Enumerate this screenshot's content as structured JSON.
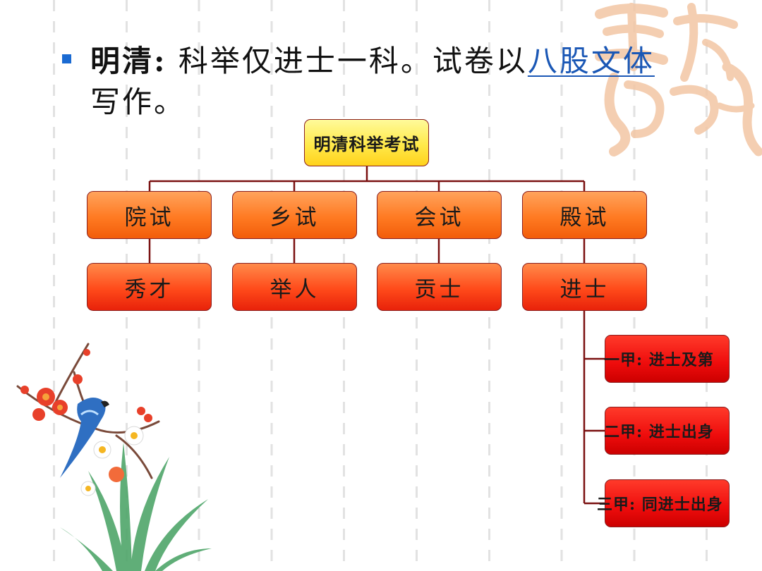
{
  "bullet": {
    "label": "明清:",
    "text_before_link": "科举仅进士一科。试卷以",
    "link_text": "八股文体",
    "text_after_link": "写作。"
  },
  "diagram": {
    "root": "明清科举考试",
    "exams": [
      "院试",
      "乡试",
      "会试",
      "殿试"
    ],
    "titles": [
      "秀才",
      "举人",
      "贡士",
      "进士"
    ],
    "jinshi_ranks": [
      "一甲: 进士及第",
      "二甲: 进士出身",
      "三甲: 同进士出身"
    ]
  },
  "colors": {
    "root_fill": "#ffe94a",
    "level1_fill": "#ff7a22",
    "level2_fill": "#ff4a1a",
    "level3_fill": "#ee0c0c",
    "connector": "#7a1010",
    "link": "#1a57b5",
    "bullet_marker": "#1a6ad2"
  },
  "icons": {
    "bullet": "square-bullet-icon",
    "watermark": "calligraphy-watermark",
    "decoration": "plum-blossom-bird-illustration"
  }
}
